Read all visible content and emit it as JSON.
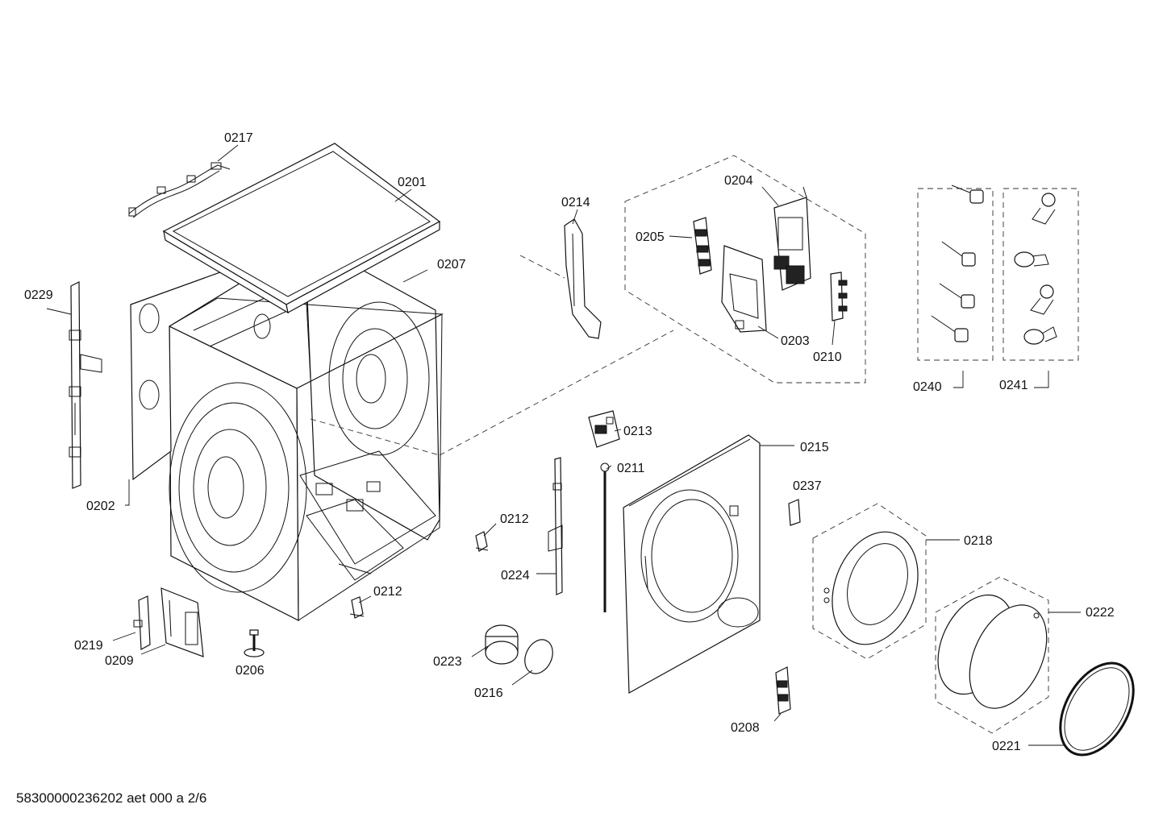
{
  "labels": {
    "p0201": "0201",
    "p0202": "0202",
    "p0203": "0203",
    "p0204": "0204",
    "p0205": "0205",
    "p0206": "0206",
    "p0207": "0207",
    "p0208": "0208",
    "p0209": "0209",
    "p0210": "0210",
    "p0211": "0211",
    "p0212a": "0212",
    "p0212b": "0212",
    "p0213": "0213",
    "p0214": "0214",
    "p0215": "0215",
    "p0216": "0216",
    "p0217": "0217",
    "p0218": "0218",
    "p0219": "0219",
    "p0221": "0221",
    "p0222": "0222",
    "p0223": "0223",
    "p0224": "0224",
    "p0229": "0229",
    "p0237": "0237",
    "p0240": "0240",
    "p0241": "0241"
  },
  "footer": {
    "code": "58300000236202 aet 000 a 2/6"
  }
}
